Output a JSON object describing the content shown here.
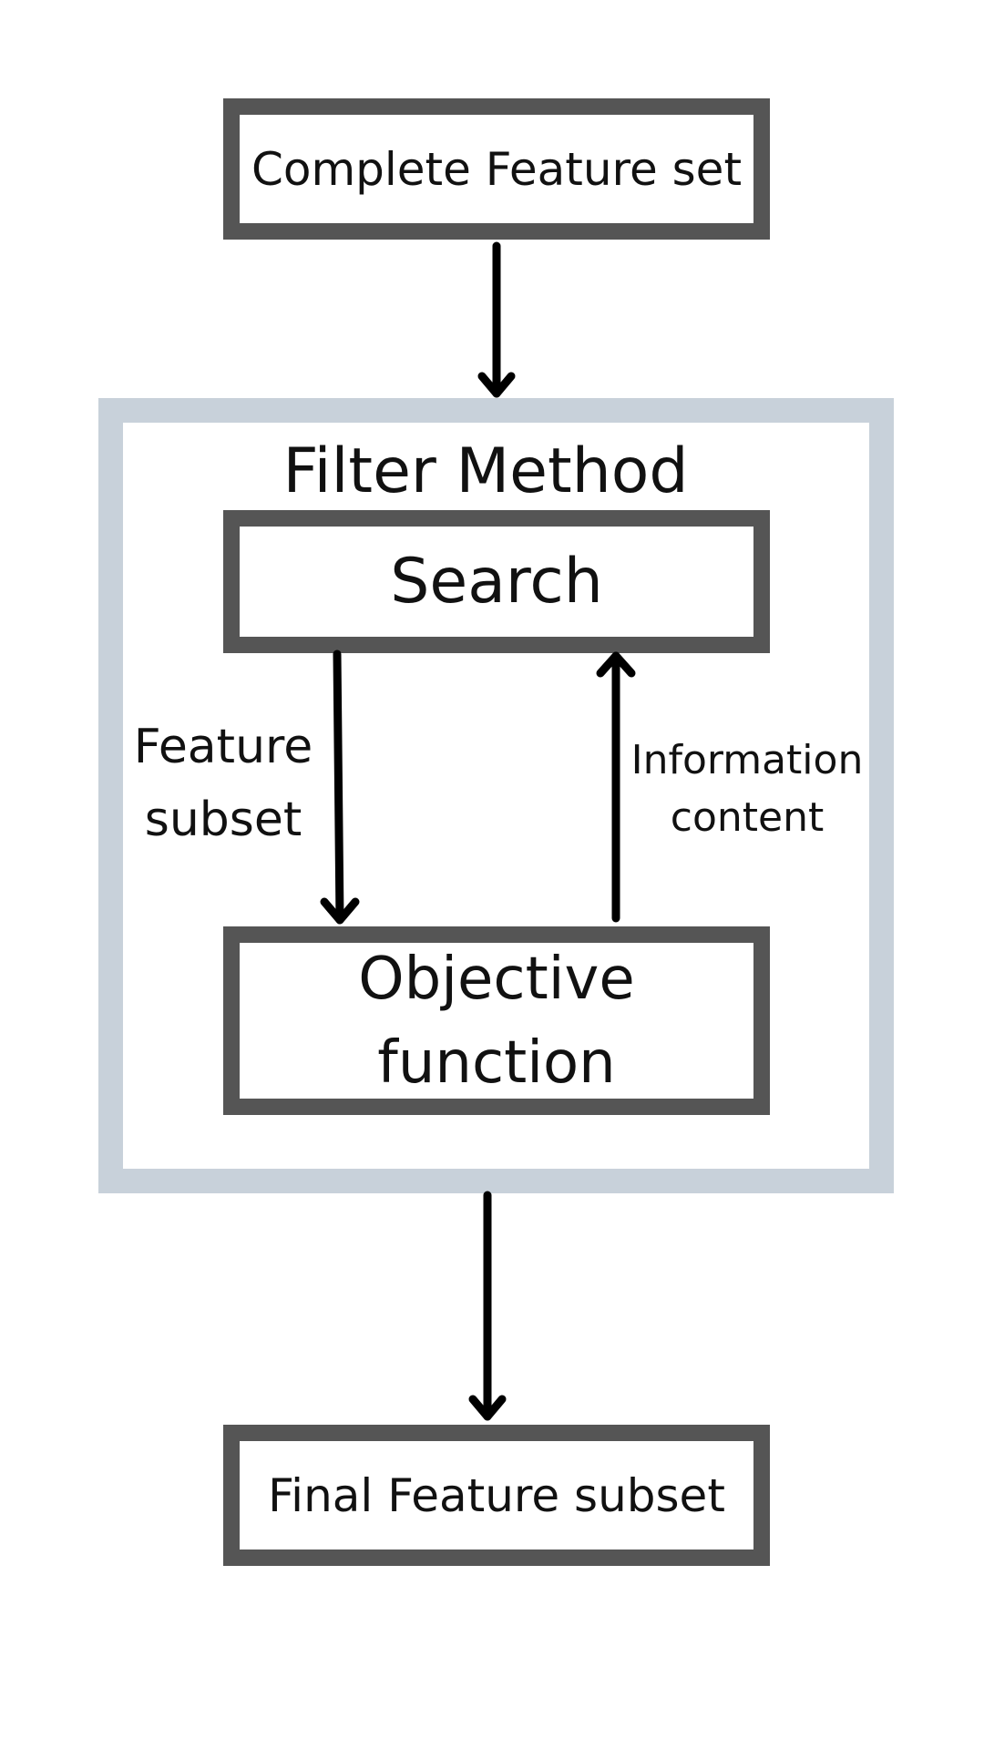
{
  "diagram": {
    "nodes": {
      "complete_feature_set": "Complete Feature set",
      "search": "Search",
      "objective_function": [
        "Objective",
        "function"
      ],
      "final_feature_subset": "Final Feature subset"
    },
    "container": {
      "title": "Filter Method"
    },
    "edge_labels": {
      "feature_subset": [
        "Feature",
        "subset"
      ],
      "information_content": [
        "Information",
        "content"
      ]
    }
  },
  "colors": {
    "box_border": "#555555",
    "container_border": "#c8d1da",
    "arrow": "#000000",
    "text": "#111111",
    "background": "#ffffff"
  }
}
